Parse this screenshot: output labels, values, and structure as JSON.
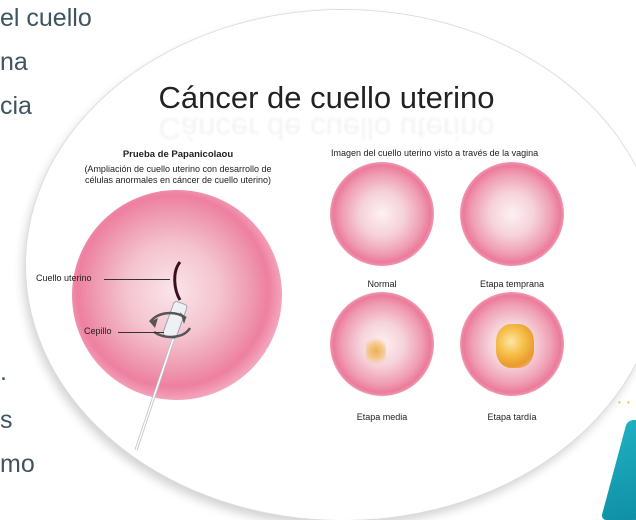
{
  "background_text": {
    "line1": "el cuello",
    "line2": "na",
    "line3": "cia",
    "line4": ".",
    "line5": "s",
    "line6": "mo"
  },
  "title": "Cáncer de cuello uterino",
  "pap": {
    "heading": "Prueba de Papanicolaou",
    "subtitle_line1": "(Ampliación de cuello uterino con desarrollo de",
    "subtitle_line2": "células anormales en cáncer de cuello uterino)",
    "label_cervix": "Cuello uterino",
    "label_brush": "Cepillo"
  },
  "vagina_view": {
    "heading": "Imagen del cuello uterino visto a través de la vagina",
    "stages": [
      "Normal",
      "Etapa temprana",
      "Etapa media",
      "Etapa tardía"
    ]
  },
  "colors": {
    "accent_teal": "#1fb0c2",
    "pink": "#ee7fa0",
    "abnormal_cells": "#f6c24e",
    "dots": "#e8c63a"
  }
}
